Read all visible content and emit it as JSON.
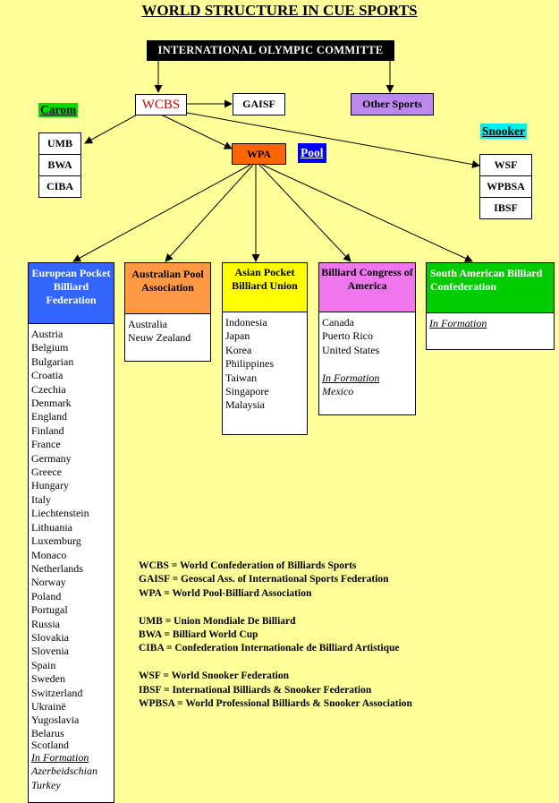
{
  "title": "WORLD STRUCTURE IN CUE SPORTS",
  "ioc": "INTERNATIONAL OLYMPIC COMMITTE",
  "wcbs": "WCBS",
  "gaisf": "GAISF",
  "other_sports": "Other Sports",
  "carom": {
    "label": "Carom",
    "items": [
      "UMB",
      "BWA",
      "CIBA"
    ]
  },
  "snooker": {
    "label": "Snooker",
    "items": [
      "WSF",
      "WPBSA",
      "IBSF"
    ]
  },
  "wpa": "WPA",
  "pool": "Pool",
  "federations": [
    {
      "name": "European Pocket Billiard Federation",
      "countries": [
        "Austria",
        "Belgium",
        "Bulgarian",
        "Croatia",
        "Czechia",
        "Denmark",
        "England",
        "Finland",
        "France",
        "Germany",
        "Greece",
        "Hungary",
        "Italy",
        "Liechtenstein",
        "Lithuania",
        "Luxemburg",
        "Monaco",
        "Netherlands",
        "Norway",
        "Poland",
        "Portugal",
        "Russia",
        "Slovakia",
        "Slovenia",
        "Spain",
        "Sweden",
        "Switzerland",
        "Ukrainë",
        "Yugoslavia",
        "Belarus",
        "Scotland"
      ],
      "in_formation_label": "In Formation",
      "in_formation": [
        "Azerbeidschian",
        "Turkey"
      ]
    },
    {
      "name": "Australian Pool Association",
      "countries": [
        "Australia",
        "Neuw Zealand"
      ]
    },
    {
      "name": "Asian Pocket Billiard Union",
      "countries": [
        "Indonesia",
        "Japan",
        "Korea",
        "Philippines",
        "Taiwan",
        "Singapore",
        "Malaysia"
      ]
    },
    {
      "name": "Billiard Congress of America",
      "countries": [
        "Canada",
        "Puerto Rico",
        "United States"
      ],
      "in_formation_label": "In Formation",
      "in_formation": [
        "Mexico"
      ]
    },
    {
      "name": "South American Billiard Confederation",
      "countries": [],
      "in_formation_label": "In Formation",
      "in_formation": []
    }
  ],
  "legend": [
    [
      "WCBS = World Confederation of Billiards Sports",
      "GAISF = Geoscal Ass. of International Sports Federation",
      "WPA = World Pool-Billiard Association"
    ],
    [
      "UMB = Union Mondiale De Billiard",
      "BWA = Billiard World Cup",
      "CIBA = Confederation Internationale de Billiard Artistique"
    ],
    [
      "WSF = World Snooker Federation",
      "IBSF = International Billiards & Snooker Federation",
      "WPBSA = World Professional Billiards & Snooker Association"
    ]
  ],
  "colors": {
    "background": "#ffff99",
    "ioc": "#000000",
    "wcbs_text": "#cc0000",
    "other_sports": "#bb88ee",
    "carom_bg": "#00dd00",
    "snooker_bg": "#00eeee",
    "pool_bg": "#0000ff",
    "wpa": "#ff6600",
    "european": "#3366ff",
    "australian": "#ff9944",
    "asian": "#ffff00",
    "bca": "#ee77ee",
    "south_american": "#00cc00"
  }
}
